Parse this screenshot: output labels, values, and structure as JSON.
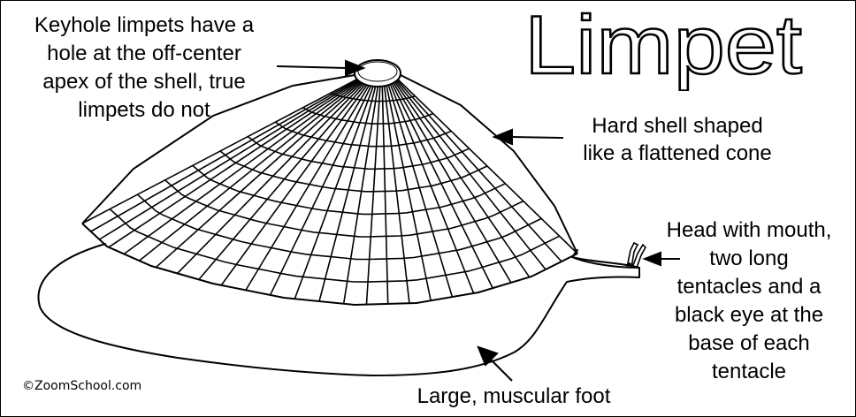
{
  "title": "Limpet",
  "labels": {
    "keyhole": [
      "Keyhole limpets have a",
      "hole at the off-center",
      "apex of the shell, true",
      "limpets do not"
    ],
    "shell": [
      "Hard shell shaped",
      "like a flattened cone"
    ],
    "head": [
      "Head with mouth,",
      "two long",
      "tentacles and a",
      "black eye at the",
      "base of each",
      "tentacle"
    ],
    "foot": "Large, muscular foot"
  },
  "credit": "©ZoomSchool.com",
  "colors": {
    "ink": "#000000",
    "paper": "#ffffff"
  }
}
